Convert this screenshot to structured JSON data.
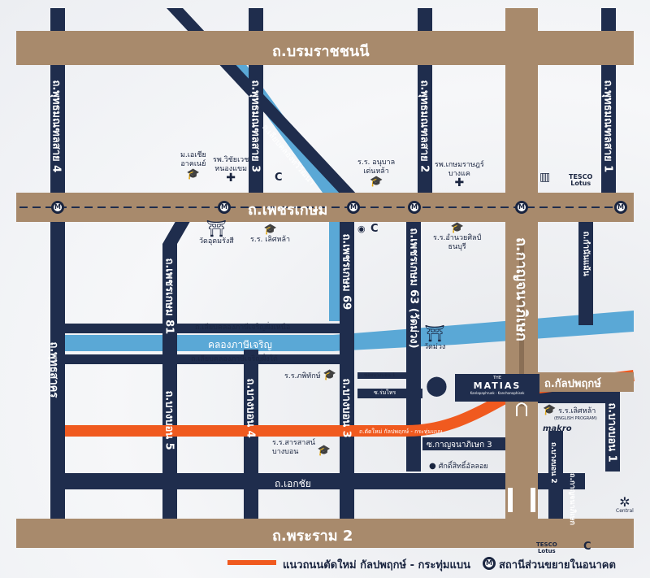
{
  "map": {
    "roads_main": {
      "borommaratchachonnani": "ถ.บรมราชชนนี",
      "phetkasem": "ถ.เพชรเกษม",
      "rama2": "ถ.พระราม 2",
      "kanlapaphruek": "ถ.กัลปพฤกษ์",
      "kanchanaphisek": "ถ.กาญจนาภิเษก",
      "ekkachai": "ถ.เอกชัย",
      "phutthasakhon": "ถ.พุทธสาคร"
    },
    "roads_vertical": {
      "phutthamonthon4": "ถ.พุทธมณฑลสาย 4",
      "phutthamonthon3": "ถ.พุทธมณฑลสาย 3",
      "phutthamonthon2": "ถ.พุทธมณฑลสาย 2",
      "phutthamonthon1": "ถ.พุทธมณฑลสาย 1",
      "phetkasem81": "ถ.เพชรเกษม 81",
      "phetkasem69": "ถ.เพชรเกษม 69",
      "phetkasem63": "ถ.เพชรเกษม 63 (วัดม่วง)",
      "bangbon5": "ถ.บางบอน 5",
      "bangbon4": "ถ.บางบอน 4",
      "bangbon3": "ถ.บางบอน 3",
      "bangbon1": "ถ.บางบอน 1",
      "bangbon2": "ถ.บางบอน 2",
      "kamnanmaen": "ถ.กำนันแม้น",
      "kanchanaphisek_service": "ถ.กาญจนาภิเษก"
    },
    "roads_small": {
      "liap_thawiwattana": "ถ.เลียบคลองทวีวัฒนา",
      "liap_north": "ถ.เลียบคลองภาษีเจริญฝั่งเหนือ",
      "liap_south": "ถ.เลียบคลองภาษีเจริญฝั่งใต้",
      "kanchanaphisek3": "ซ.กาญจนาภิเษก 3",
      "romsai": "ซ.ร่มไทร",
      "soi_bangbon1": "ซอยบางบอน 1",
      "new_road": "ถ.ตัดใหม่ กัลปพฤกษ์ - กระทุ่มแบน"
    },
    "canal": "คลองภาษีเจริญ",
    "places": {
      "asia_academy": "ม.เอเชีย\nอาคเนย์",
      "wichaiyut_hospital": "รพ.วิชัยเวช\nหนองแขม",
      "anuban_school": "ร.ร. อนุบาล\nเด่นหล้า",
      "kasemrad_hospital": "รพ.เกษมราษฎร์\nบางแค",
      "wat_udom": "วัดอุดมรังสี",
      "lertla_school": "ร.ร. เลิศหล้า",
      "amnuaysilpa": "ร.ร.อำนวยศิลป์\nธนบุรี",
      "wat_muang": "วัดม่วง",
      "phithakdi_school": "ร.ร.ภพิทักษ์",
      "sarasas_school": "ร.ร.สารสาสน์\nบางบอน",
      "lertla_english": "ร.ร.เลิศหล้า",
      "lertla_english_sub": "(ENGLISH PROGRAM)",
      "saksit": "ศักดิ์สิทธิ์อัลลอย",
      "makro": "makro",
      "tesco": "TESCO\nLotus",
      "central": "Central"
    },
    "project": {
      "small": "THE",
      "name": "MATIAS",
      "sub": "Kanlapaphruek - Kanchanaphisek"
    },
    "legend": {
      "new_road": "แนวถนนตัดใหม่ กัลปพฤกษ์ - กระทุ่มแบน",
      "metro": "สถานีส่วนขยายในอนาคต"
    },
    "colors": {
      "main_road": "#a88a6c",
      "local_road": "#1f2d4d",
      "canal": "#5aa8d6",
      "new_road": "#f05a1f",
      "background": "#f3f4f6"
    },
    "metro_glyph": "M",
    "icons": [
      "school-icon",
      "hospital-icon",
      "temple-icon",
      "metro-icon",
      "location-pin-icon",
      "bts-icon"
    ]
  }
}
